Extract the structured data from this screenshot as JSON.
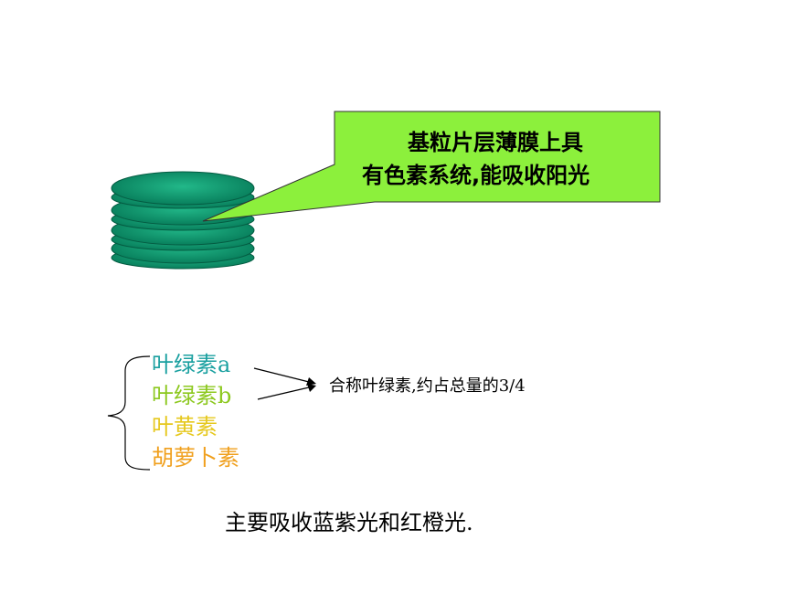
{
  "callout": {
    "line1": "基粒片层薄膜上具",
    "line2": "有色素系统,能吸收阳光",
    "fill": "#8cf03c"
  },
  "disc_color": "#0a9a72",
  "pigments": [
    {
      "name": "叶绿素a",
      "color": "#1aa0a0"
    },
    {
      "name": "叶绿素b",
      "color": "#8cc81e"
    },
    {
      "name": "叶黄素",
      "color": "#e6c81e"
    },
    {
      "name": "胡萝卜素",
      "color": "#f0a01e"
    }
  ],
  "note": "合称叶绿素,约占总量的3/4",
  "bottom_text": "主要吸收蓝紫光和红橙光."
}
